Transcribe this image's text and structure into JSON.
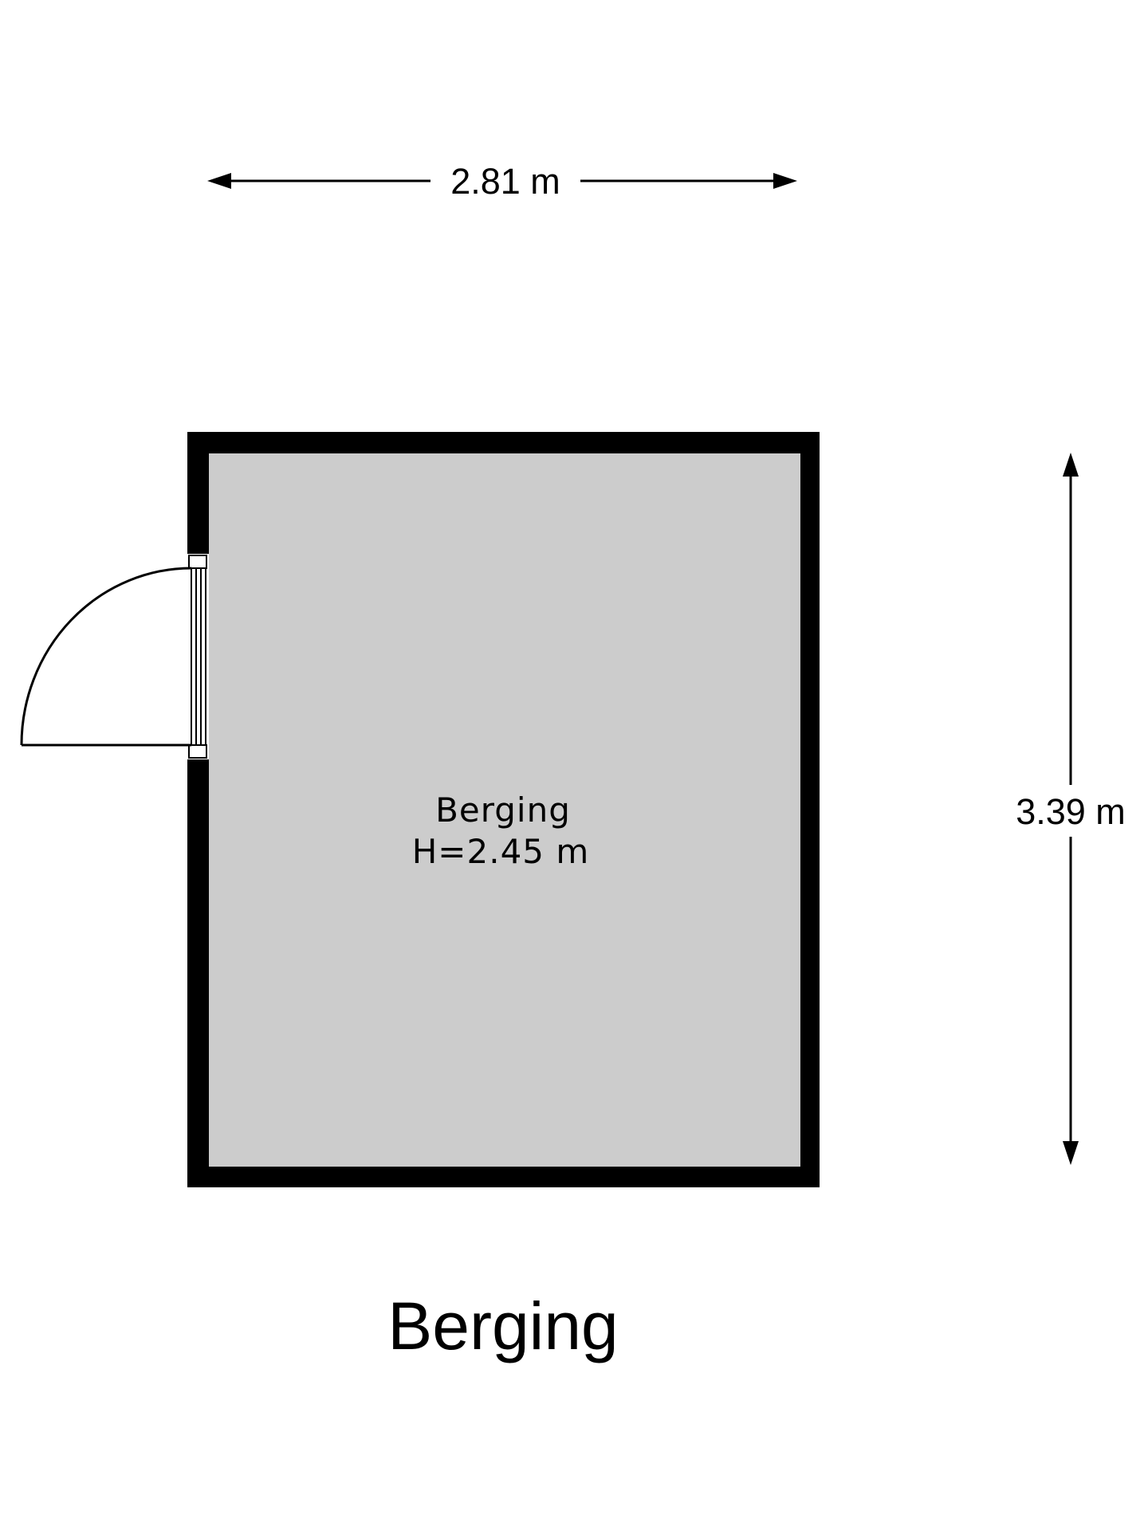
{
  "plan": {
    "width_dimension": "2.81 m",
    "depth_dimension": "3.39 m",
    "room_name": "Berging",
    "room_height": "H=2.45 m",
    "title": "Berging"
  },
  "colors": {
    "wall": "#000000",
    "floor": "#cccccc",
    "background": "#ffffff",
    "lines": "#000000"
  },
  "icons": {
    "door": "door-swing-icon",
    "dimension_arrow": "arrow-icon"
  }
}
